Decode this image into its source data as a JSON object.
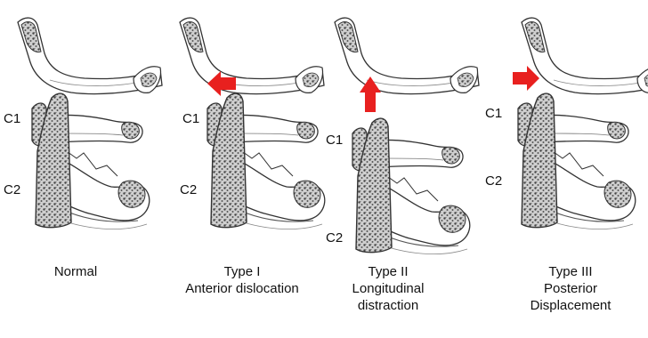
{
  "panels": [
    {
      "id": "normal",
      "c1_label": "C1",
      "c2_label": "C2",
      "caption": [
        "Normal"
      ]
    },
    {
      "id": "type-1",
      "c1_label": "C1",
      "c2_label": "C2",
      "caption": [
        "Type I",
        "Anterior dislocation"
      ],
      "arrow_direction": "left"
    },
    {
      "id": "type-2",
      "c1_label": "C1",
      "c2_label": "C2",
      "caption": [
        "Type II",
        "Longitudinal",
        "distraction"
      ],
      "arrow_direction": "up"
    },
    {
      "id": "type-3",
      "c1_label": "C1",
      "c2_label": "C2",
      "caption": [
        "Type III",
        "Posterior",
        "Displacement"
      ],
      "arrow_direction": "right"
    }
  ],
  "colors": {
    "arrow": "#e8201f",
    "outline": "#333333",
    "bone_fill": "#ffffff",
    "cancellous": "#6a6a6a"
  }
}
